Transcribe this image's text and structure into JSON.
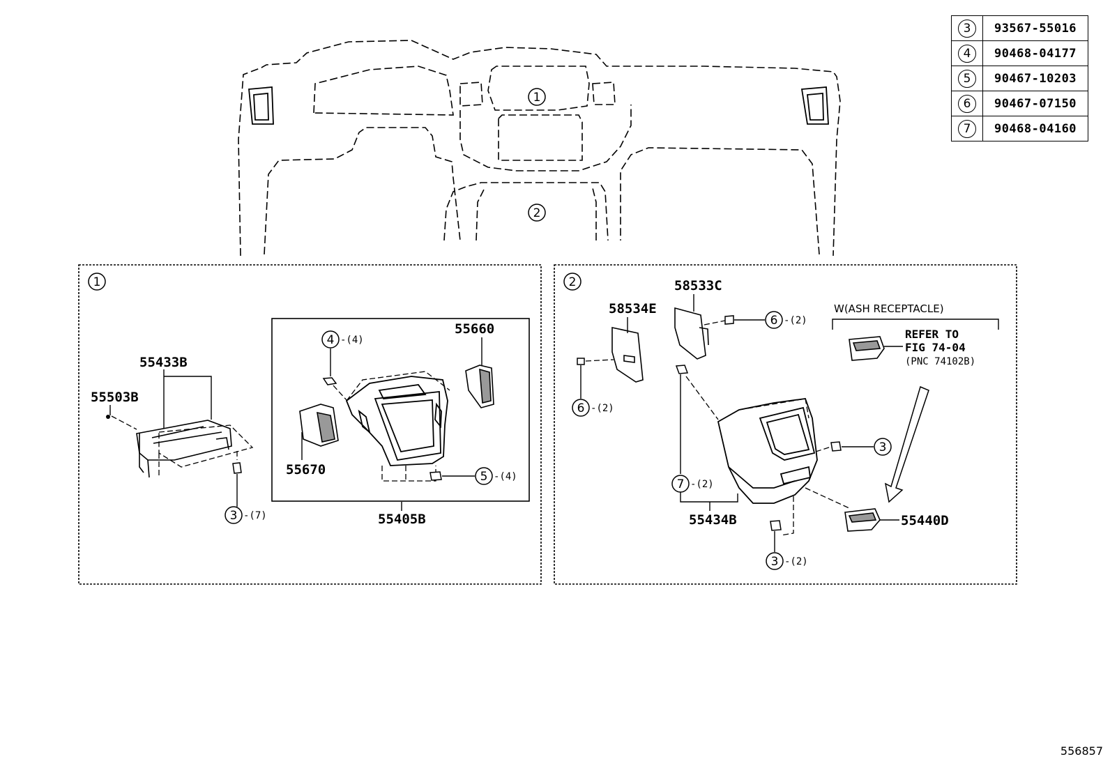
{
  "parts_table": [
    {
      "num": "3",
      "part": "93567-55016"
    },
    {
      "num": "4",
      "part": "90468-04177"
    },
    {
      "num": "5",
      "part": "90467-10203"
    },
    {
      "num": "6",
      "part": "90467-07150"
    },
    {
      "num": "7",
      "part": "90468-04160"
    }
  ],
  "overview": {
    "callout_1": "1",
    "callout_2": "2"
  },
  "panel1": {
    "id": "1",
    "labels": {
      "p55433B": "55433B",
      "p55503B": "55503B",
      "p55660": "55660",
      "p55670": "55670",
      "p55405B": "55405B"
    },
    "callouts": {
      "c4_num": "4",
      "c4_qty": "-(4)",
      "c5_num": "5",
      "c5_qty": "-(4)",
      "c3_num": "3",
      "c3_qty": "-(7)"
    }
  },
  "panel2": {
    "id": "2",
    "labels": {
      "p58534E": "58534E",
      "p58533C": "58533C",
      "p55434B": "55434B",
      "p55440D": "55440D"
    },
    "callouts": {
      "c6a_num": "6",
      "c6a_qty": "-(2)",
      "c6b_num": "6",
      "c6b_qty": "-(2)",
      "c3a_num": "3",
      "c7_num": "7",
      "c7_qty": "-(2)",
      "c3b_num": "3",
      "c3b_qty": "-(2)"
    },
    "note": {
      "title": "W(ASH RECEPTACLE)",
      "line1": "REFER TO",
      "line2": "FIG 74-04",
      "line3": "(PNC 74102B)"
    }
  },
  "figure_number": "556857"
}
